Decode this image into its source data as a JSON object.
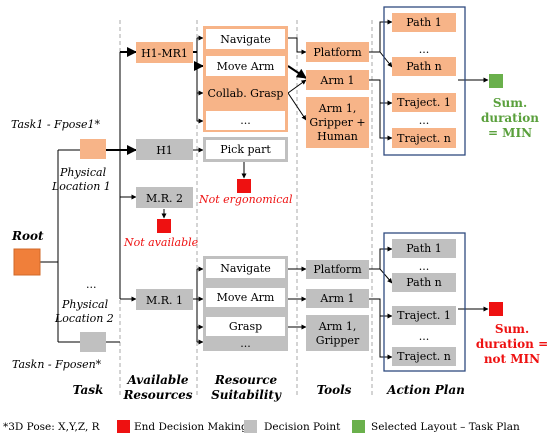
{
  "legend": {
    "footnote": "*3D Pose: X,Y,Z, R",
    "end_decision": "End Decision Making",
    "decision_point": "Decision Point",
    "selected_layout": "Selected Layout – Task Plan",
    "colors": {
      "end": "#ee1111",
      "decision": "#c0c0c0",
      "selected": "#6ab04c"
    }
  },
  "columns": {
    "task": "Task",
    "resources_1": "Available",
    "resources_2": "Resources",
    "suitability_1": "Resource",
    "suitability_2": "Suitability",
    "tools": "Tools",
    "action_plan": "Action Plan"
  },
  "tree": {
    "root": "Root",
    "task_1": "Task1 - Fpose1*",
    "task_n": "Taskn - Fposen*",
    "location_1_line1": "Physical",
    "location_1_line2": "Location 1",
    "location_2_ellipsis": "...",
    "location_2_line1": "Physical",
    "location_2_line2": "Location 2"
  },
  "resources": {
    "h1_mr1": "H1-MR1",
    "h1": "H1",
    "mr2": "M.R. 2",
    "mr1": "M.R. 1",
    "not_available": "Not available"
  },
  "suitability": {
    "upper": [
      "Navigate",
      "Move Arm",
      "Collab. Grasp",
      "..."
    ],
    "pick_part": "Pick part",
    "not_ergonomical": "Not ergonomical",
    "lower": [
      "Navigate",
      "Move Arm",
      "Grasp",
      "..."
    ]
  },
  "tools": {
    "upper_platform": "Platform",
    "upper_arm": "Arm 1",
    "upper_gripper_lines": [
      "Arm 1,",
      "Gripper +",
      "Human"
    ],
    "lower_platform": "Platform",
    "lower_arm": "Arm 1",
    "lower_gripper_lines": [
      "Arm 1,",
      "Gripper"
    ]
  },
  "action_plan": {
    "upper": [
      "Path 1",
      "...",
      "Path n",
      "Traject. 1",
      "...",
      "Traject. n"
    ],
    "lower": [
      "Path 1",
      "...",
      "Path n",
      "Traject. 1",
      "...",
      "Traject. n"
    ]
  },
  "outcomes": {
    "min_lines": [
      "Sum.",
      "duration",
      "= MIN"
    ],
    "not_min_lines": [
      "Sum.",
      "duration =",
      "not MIN"
    ]
  },
  "palette": {
    "orange": "#f7b488",
    "orange_root": "#f07f3a",
    "gray": "#c0c0c0",
    "accent_red": "#ee1111",
    "navy_frame": "#2f4b80"
  }
}
